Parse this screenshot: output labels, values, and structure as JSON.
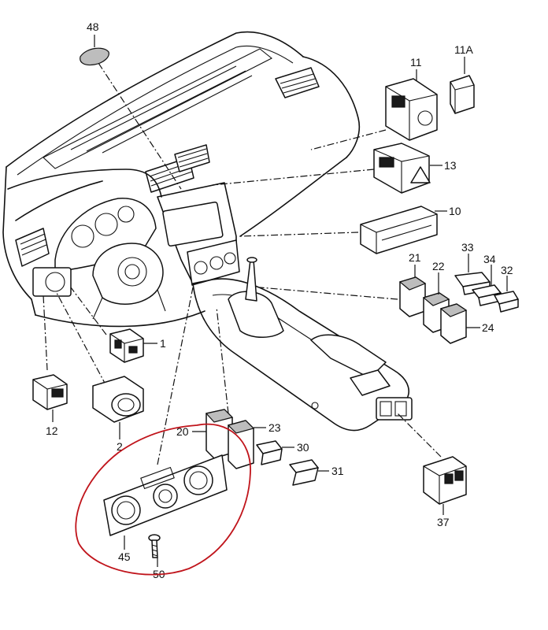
{
  "diagram": {
    "callouts": [
      {
        "id": "48",
        "text": "48"
      },
      {
        "id": "11",
        "text": "11"
      },
      {
        "id": "11A",
        "text": "11A"
      },
      {
        "id": "13",
        "text": "13"
      },
      {
        "id": "10",
        "text": "10"
      },
      {
        "id": "21",
        "text": "21"
      },
      {
        "id": "22",
        "text": "22"
      },
      {
        "id": "33",
        "text": "33"
      },
      {
        "id": "34",
        "text": "34"
      },
      {
        "id": "32",
        "text": "32"
      },
      {
        "id": "24",
        "text": "24"
      },
      {
        "id": "1",
        "text": "1"
      },
      {
        "id": "12",
        "text": "12"
      },
      {
        "id": "2",
        "text": "2"
      },
      {
        "id": "20",
        "text": "20"
      },
      {
        "id": "23",
        "text": "23"
      },
      {
        "id": "30",
        "text": "30"
      },
      {
        "id": "31",
        "text": "31"
      },
      {
        "id": "37",
        "text": "37"
      },
      {
        "id": "45",
        "text": "45"
      },
      {
        "id": "50",
        "text": "50"
      }
    ],
    "highlight_color": "#c0141b",
    "line_color": "#111111"
  }
}
